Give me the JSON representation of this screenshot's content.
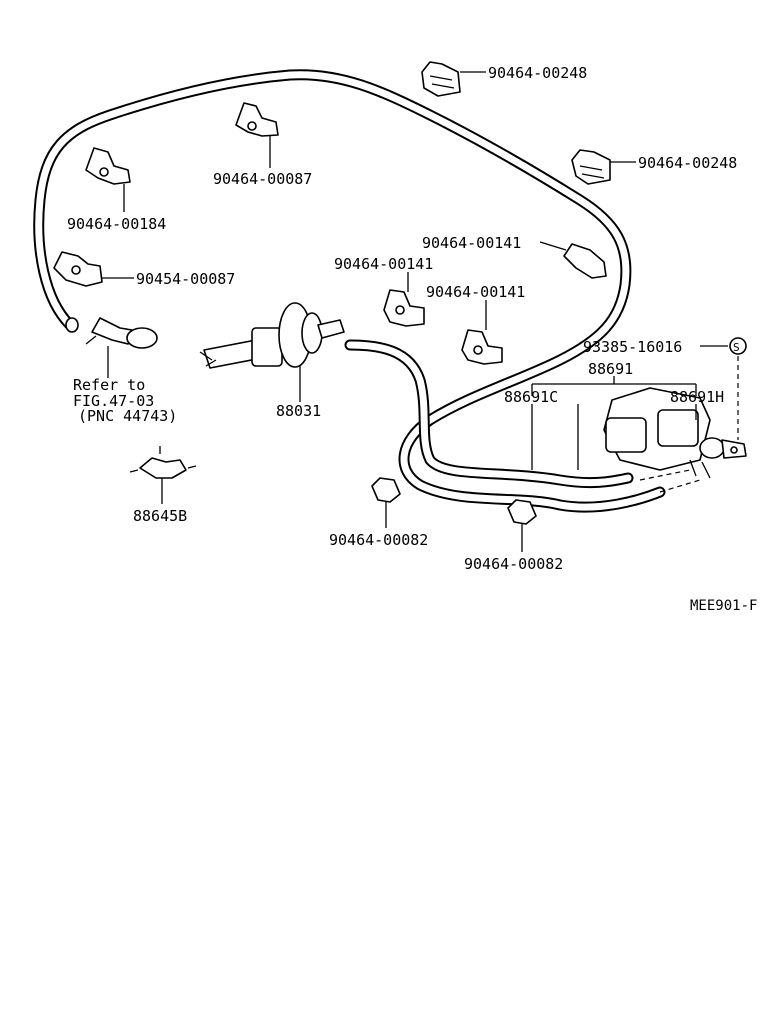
{
  "labels": {
    "clip_top_right_1": "90464-00248",
    "clip_top_right_2": "90464-00248",
    "clip_top_center": "90464-00087",
    "clip_left_upper": "90464-00184",
    "clip_left_lower": "90454-00087",
    "clip_right_1": "90464-00141",
    "clip_center_1": "90464-00141",
    "clip_center_2": "90464-00141",
    "screw": "93385-16016",
    "vsv_assembly": "88691",
    "hose_c": "88691C",
    "hose_h": "88691H",
    "actuator": "88031",
    "connector": "88645B",
    "clip_bottom_1": "90464-00082",
    "clip_bottom_2": "90464-00082",
    "refer_line1": "Refer to",
    "refer_line2": "FIG.47-03",
    "refer_line3": "(PNC 44743)",
    "figure_code": "MEE901-F",
    "screw_symbol": "S"
  }
}
